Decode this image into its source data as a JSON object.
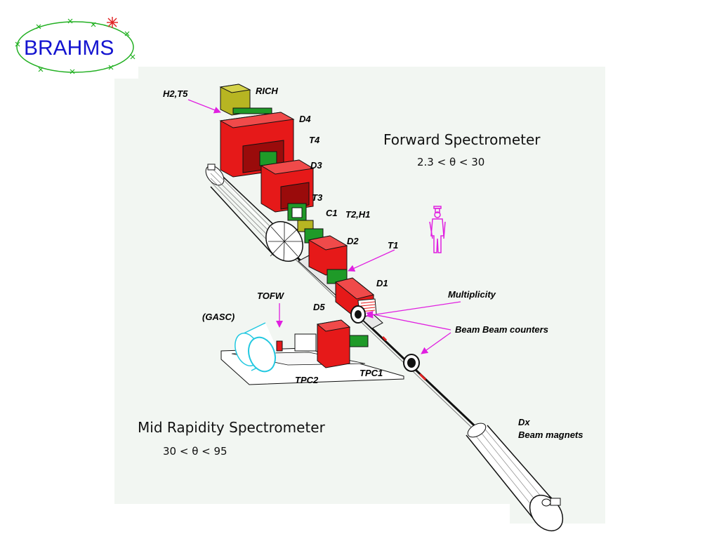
{
  "logo": {
    "text": "BRAHMS",
    "ellipse_color": "#22b022",
    "text_color": "#1414d0",
    "star_color": "#e02020"
  },
  "titles": {
    "forward": "Forward Spectrometer",
    "forward_range": "2.3 < θ < 30",
    "mid": "Mid Rapidity Spectrometer",
    "mid_range": "30 < θ < 95"
  },
  "labels": {
    "h2t5": "H2,T5",
    "rich": "RICH",
    "d4": "D4",
    "t4": "T4",
    "d3": "D3",
    "t3": "T3",
    "c1": "C1",
    "t2h1": "T2,H1",
    "d2": "D2",
    "t1": "T1",
    "d1": "D1",
    "multiplicity": "Multiplicity",
    "bbc": "Beam Beam counters",
    "tofw": "TOFW",
    "gasc": "(GASC)",
    "d5": "D5",
    "tpc1": "TPC1",
    "tpc2": "TPC2",
    "dx": "Dx",
    "beam_magnets": "Beam magnets"
  },
  "colors": {
    "panel": "#f2f6f2",
    "magnet": "#e61919",
    "magnet_dark": "#9a0b0b",
    "detector_green": "#1f9a28",
    "rich_olive": "#b7b522",
    "arrow": "#e020e0",
    "cyan": "#22c8e0"
  }
}
